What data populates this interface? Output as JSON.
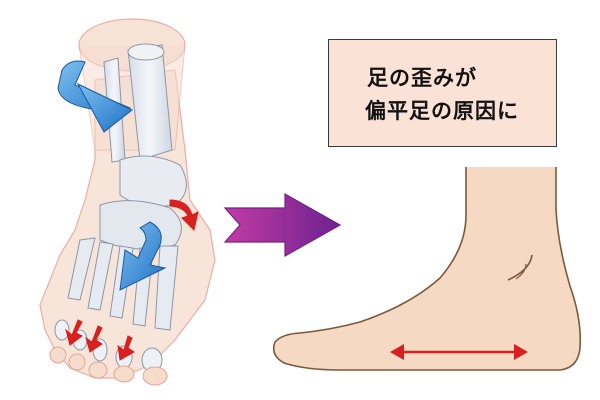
{
  "caption": {
    "line1": "足の歪みが",
    "line2": "偏平足の原因に"
  },
  "colors": {
    "caption_bg": "#fbe2d6",
    "caption_border": "#3a3a3a",
    "skin": "#f6dccb",
    "skin_outline": "#8a6b4e",
    "bone": "#e4e9f0",
    "twist_arrow_blue": "#2f86d8",
    "pressure_arrow_red": "#d8201f",
    "transition_arrow": "#8a2b9c"
  },
  "illustration": {
    "left_panel": "foot-skeleton-with-rotation-arrows",
    "right_panel": "flat-foot-side-view",
    "transition": "magenta-arrow-right"
  }
}
